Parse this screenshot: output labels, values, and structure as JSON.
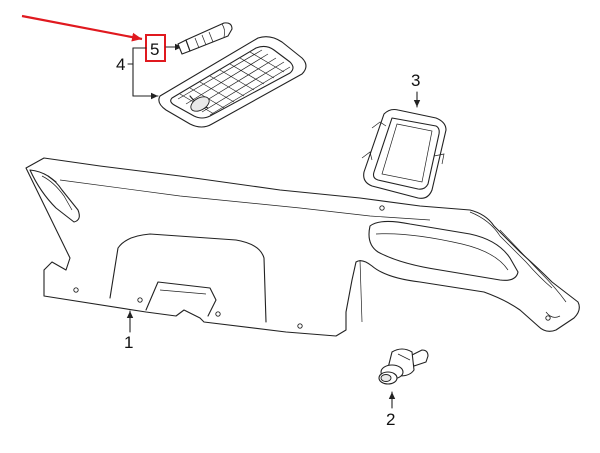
{
  "diagram": {
    "callouts": {
      "part1": "1",
      "part2": "2",
      "part3": "3",
      "part4": "4",
      "part5": "5"
    },
    "highlight_color": "#e0191f",
    "line_color": "#222222",
    "background": "#ffffff"
  }
}
